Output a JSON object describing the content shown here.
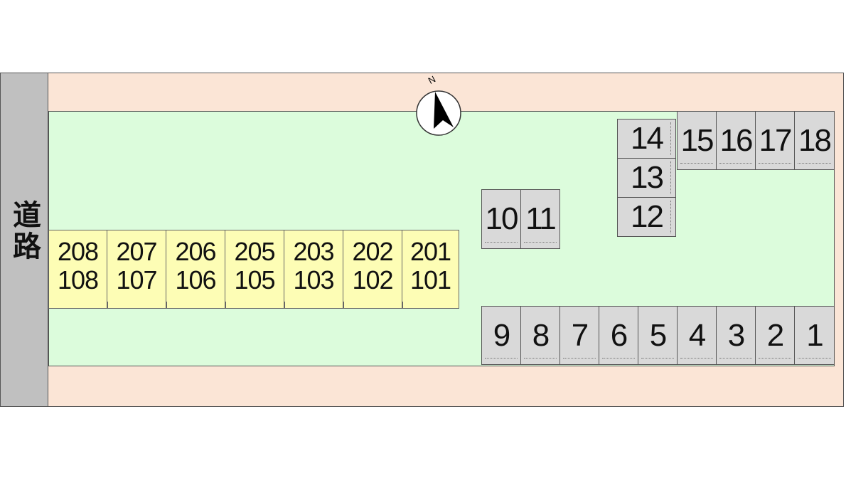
{
  "road": {
    "label": "道路"
  },
  "compass": {
    "north": "N"
  },
  "building": {
    "units": [
      {
        "upper": "208",
        "lower": "108"
      },
      {
        "upper": "207",
        "lower": "107"
      },
      {
        "upper": "206",
        "lower": "106"
      },
      {
        "upper": "205",
        "lower": "105"
      },
      {
        "upper": "203",
        "lower": "103"
      },
      {
        "upper": "202",
        "lower": "102"
      },
      {
        "upper": "201",
        "lower": "101"
      }
    ]
  },
  "parking": {
    "bottom_row": [
      "9",
      "8",
      "7",
      "6",
      "5",
      "4",
      "3",
      "2",
      "1"
    ],
    "middle_pair": [
      "10",
      "11"
    ],
    "right_column": [
      "14",
      "13",
      "12"
    ],
    "top_row": [
      "15",
      "16",
      "17",
      "18"
    ]
  },
  "colors": {
    "road": "#c0c0c0",
    "site": "#fbe5d6",
    "lot": "#dcfcdc",
    "unit": "#fdfdb5",
    "parking": "#d9d9d9"
  }
}
